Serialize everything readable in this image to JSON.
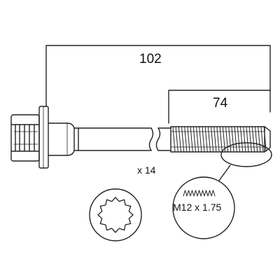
{
  "dimensions": {
    "overall_length": "102",
    "thread_length": "74"
  },
  "quantity": "x 14",
  "thread_spec": "M12 x 1.75",
  "colors": {
    "line": "#222222",
    "background": "#ffffff"
  }
}
